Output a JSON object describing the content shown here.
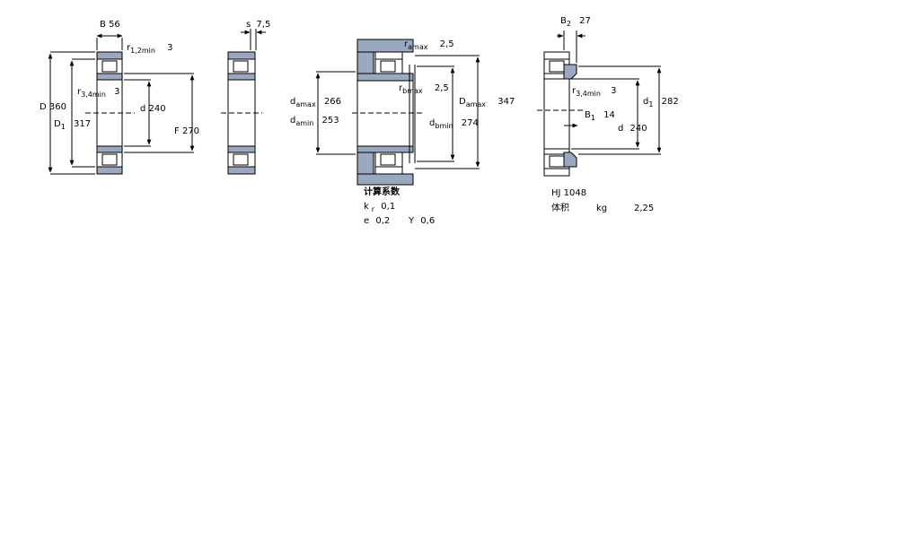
{
  "colors": {
    "hatch": "#9aa9c0",
    "steel": "#ffffff",
    "line": "#000000",
    "shaft": "#9aa9c0"
  },
  "fig1": {
    "B": {
      "sym": "B",
      "val": "56"
    },
    "r12": {
      "sym": "r",
      "sub": "1,2min",
      "val": "3"
    },
    "r34": {
      "sym": "r",
      "sub": "3,4min",
      "val": "3"
    },
    "D": {
      "sym": "D",
      "val": "360"
    },
    "D1": {
      "sym": "D",
      "sub": "1",
      "val": "317"
    },
    "d": {
      "sym": "d",
      "val": "240"
    },
    "F": {
      "sym": "F",
      "val": "270"
    }
  },
  "fig2": {
    "s": {
      "sym": "s",
      "val": "7,5"
    }
  },
  "fig3": {
    "ramax": {
      "sym": "r",
      "sub": "amax",
      "val": "2,5"
    },
    "rbmax": {
      "sym": "r",
      "sub": "bmax",
      "val": "2,5"
    },
    "damax": {
      "sym": "d",
      "sub": "amax",
      "val": "266"
    },
    "damin": {
      "sym": "d",
      "sub": "amin",
      "val": "253"
    },
    "Damax": {
      "sym": "D",
      "sub": "amax",
      "val": "347"
    },
    "dbmin": {
      "sym": "d",
      "sub": "bmin",
      "val": "274"
    }
  },
  "calc": {
    "title": "计算系数",
    "kr": {
      "sym": "k",
      "sub": "r",
      "val": "0,1"
    },
    "e": {
      "sym": "e",
      "val": "0,2"
    },
    "Y": {
      "sym": "Y",
      "val": "0,6"
    }
  },
  "fig4": {
    "B2": {
      "sym": "B",
      "sub": "2",
      "val": "27"
    },
    "r34": {
      "sym": "r",
      "sub": "3,4min",
      "val": "3"
    },
    "B1": {
      "sym": "B",
      "sub": "1",
      "val": "14"
    },
    "d1": {
      "sym": "d",
      "sub": "1",
      "val": "282"
    },
    "d": {
      "sym": "d",
      "val": "240"
    }
  },
  "ring": {
    "designation": "HJ 1048",
    "mass_label": "体积",
    "mass_unit": "kg",
    "mass_val": "2,25"
  }
}
